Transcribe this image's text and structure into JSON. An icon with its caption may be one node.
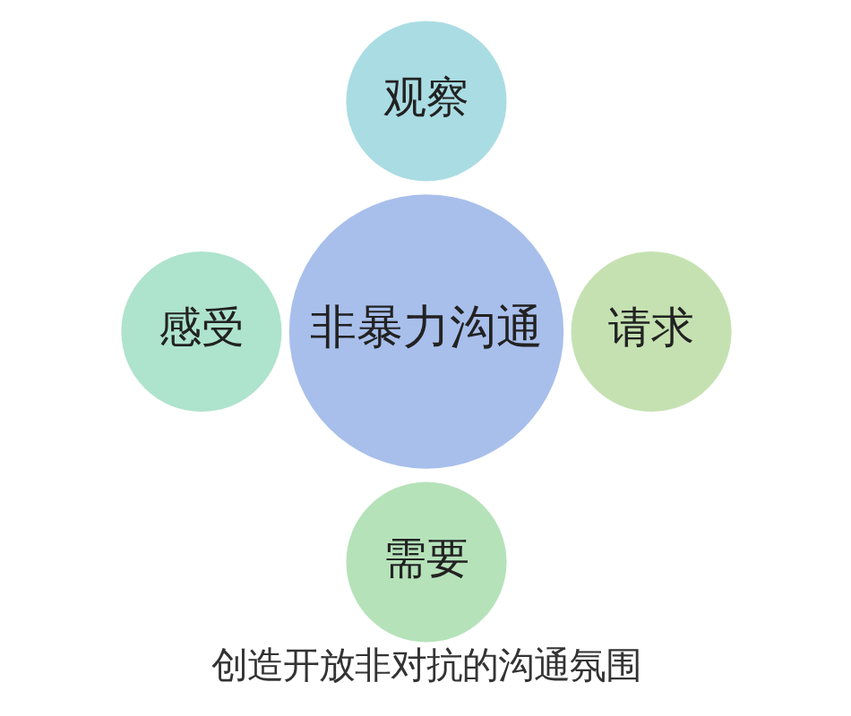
{
  "diagram": {
    "caption": "创造开放非对抗的沟通氛围",
    "nodes": [
      {
        "text": [
          "观察"
        ]
      },
      {
        "text": [
          "感受"
        ]
      },
      {
        "text": [
          "非暴力沟通"
        ]
      },
      {
        "text": [
          "请求"
        ]
      },
      {
        "text": [
          "需要"
        ]
      }
    ]
  }
}
